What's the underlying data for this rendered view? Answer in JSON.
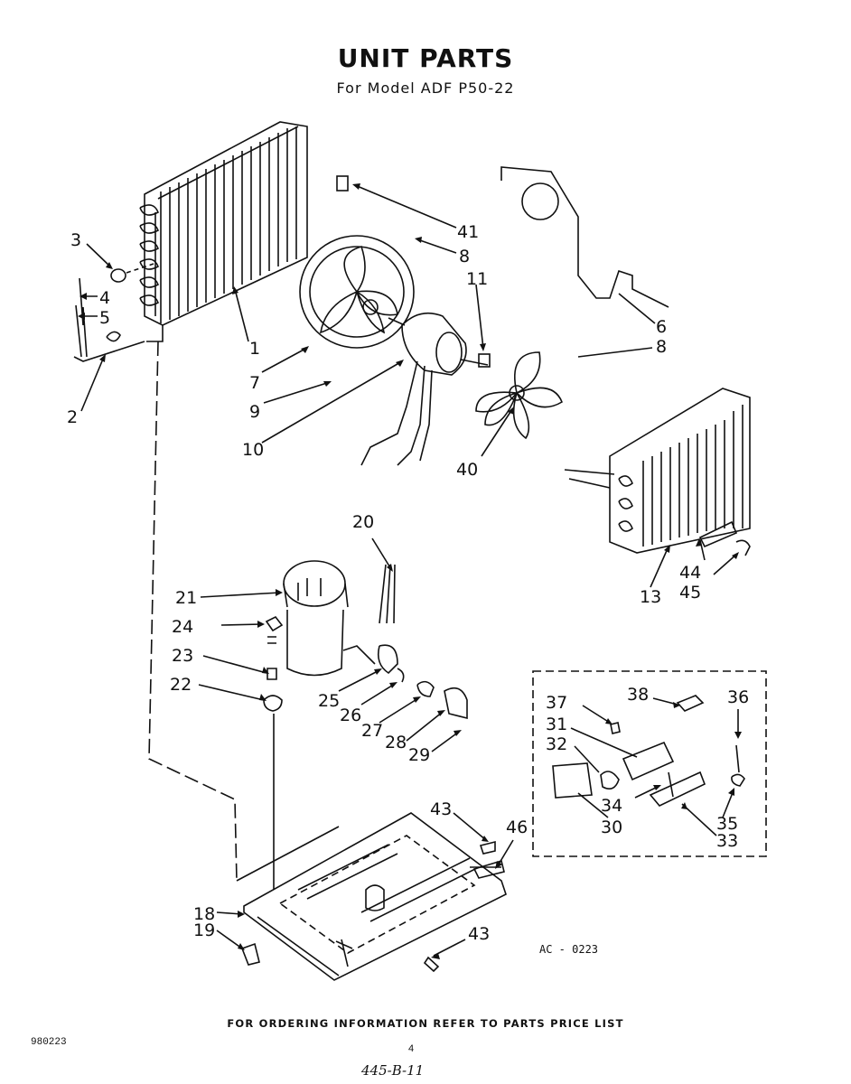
{
  "header": {
    "title": "UNIT PARTS",
    "subtitle": "For Model ADF P50-22"
  },
  "callouts": [
    "3",
    "4",
    "5",
    "2",
    "1",
    "7",
    "9",
    "10",
    "41",
    "8",
    "11",
    "6",
    "8",
    "40",
    "13",
    "44",
    "45",
    "20",
    "21",
    "24",
    "23",
    "22",
    "25",
    "26",
    "27",
    "28",
    "29",
    "37",
    "38",
    "36",
    "31",
    "32",
    "34",
    "30",
    "35",
    "33",
    "43",
    "46",
    "18",
    "19",
    "43"
  ],
  "drawing_code": "AC - 0223",
  "footer": {
    "ordering_note": "FOR ORDERING INFORMATION REFER TO PARTS PRICE LIST",
    "doc_number": "980223",
    "page_number": "4",
    "handwritten_note": "445-B-11"
  }
}
